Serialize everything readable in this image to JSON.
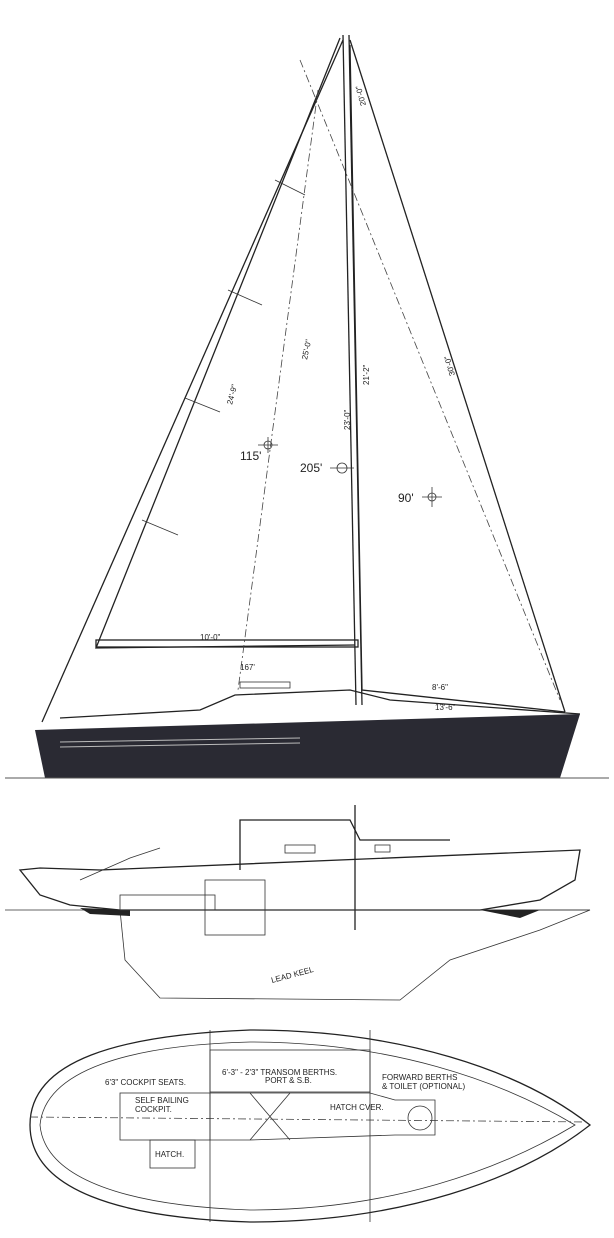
{
  "sail_plan": {
    "areas": {
      "mainsail": "115'",
      "total": "205'",
      "jib": "90'",
      "foretriangle": "167'"
    },
    "dimensions": {
      "main_leech": "24'-9\"",
      "main_luff": "25'-0\"",
      "mast_height": "23'-0\"",
      "jib_luff_inner": "21'-2\"",
      "forestay": "30'-0\"",
      "topmast": "20'-0\"",
      "boom": "10'-0\"",
      "j_base": "8'-6\"",
      "waterline_fore": "13'-6\""
    }
  },
  "profile": {
    "keel_label": "LEAD KEEL"
  },
  "plan": {
    "cockpit_seats": "6'3\" COCKPIT SEATS.",
    "cockpit": [
      "SELF BAILING",
      "COCKPIT."
    ],
    "transom_berths": [
      "6'-3\" - 2'3\" TRANSOM BERTHS.",
      "PORT & S.B."
    ],
    "forward": [
      "FORWARD BERTHS",
      "& TOILET (OPTIONAL)"
    ],
    "hatch_cover": "HATCH CVER.",
    "hatch": "HATCH."
  },
  "colors": {
    "hull": "#2a2a33",
    "ink": "#222222"
  }
}
